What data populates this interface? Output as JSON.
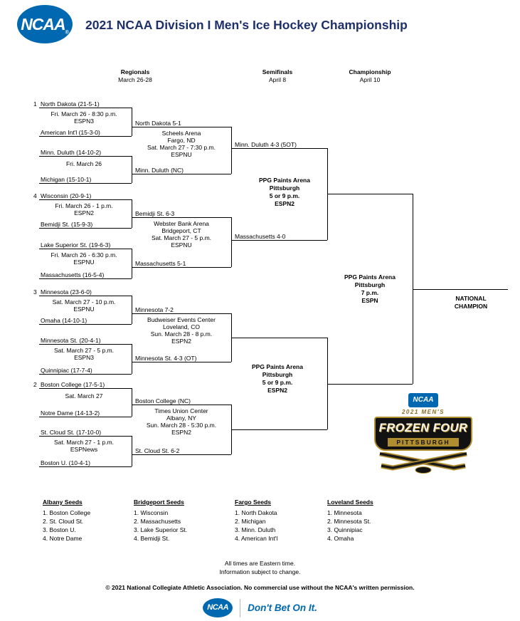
{
  "colors": {
    "ncaa_blue": "#0067b1",
    "title_navy": "#1e2f6d",
    "gold": "#b08d2e"
  },
  "header": {
    "logo": "NCAA",
    "reg": "®",
    "title": "2021 NCAA Division I Men's Ice Hockey Championship"
  },
  "rounds": [
    {
      "label": "Regionals",
      "date": "March 26-28"
    },
    {
      "label": "Semifinals",
      "date": "April 8"
    },
    {
      "label": "Championship",
      "date": "April 10"
    }
  ],
  "regions": {
    "fargo": {
      "seed": "1",
      "game1": {
        "team1": "North Dakota (21-5-1)",
        "info": "Fri. March 26 - 8:30 p.m.\nESPN3",
        "team2": "American Int'l (15-3-0)",
        "winner": "North Dakota 5-1"
      },
      "venue": "Scheels Arena\nFargo, ND\nSat. March 27 - 7:30 p.m.\nESPNU",
      "game2": {
        "team1": "Minn. Duluth (14-10-2)",
        "info": "Fri. March 26",
        "team2": "Michigan (15-10-1)",
        "winner": "Minn. Duluth (NC)"
      },
      "final_winner": "Minn. Duluth 4-3 (5OT)"
    },
    "bridgeport": {
      "seed": "4",
      "game1": {
        "team1": "Wisconsin (20-9-1)",
        "info": "Fri. March 26 - 1 p.m.\nESPN2",
        "team2": "Bemidji St. (15-9-3)",
        "winner": "Bemidji St. 6-3"
      },
      "venue": "Webster Bank Arena\nBridgeport, CT\nSat. March 27 - 5 p.m.\nESPNU",
      "game2": {
        "team1": "Lake Superior St. (19-6-3)",
        "info": "Fri. March 26 - 6:30 p.m.\nESPNU",
        "team2": "Massachusetts (16-5-4)",
        "winner": "Massachusetts 5-1"
      },
      "final_winner": "Massachusetts 4-0"
    },
    "loveland": {
      "seed": "3",
      "game1": {
        "team1": "Minnesota (23-6-0)",
        "info": "Sat. March 27 - 10 p.m.\nESPNU",
        "team2": "Omaha (14-10-1)",
        "winner": "Minnesota 7-2"
      },
      "venue": "Budweiser Events Center\nLoveland, CO\nSun. March 28 - 8 p.m.\nESPN2",
      "game2": {
        "team1": "Minnesota St. (20-4-1)",
        "info": "Sat. March 27 - 5 p.m.\nESPN3",
        "team2": "Quinnipiac (17-7-4)",
        "winner": "Minnesota St. 4-3 (OT)"
      }
    },
    "albany": {
      "seed": "2",
      "game1": {
        "team1": "Boston College (17-5-1)",
        "info": "Sat. March 27",
        "team2": "Notre Dame (14-13-2)",
        "winner": "Boston College (NC)"
      },
      "venue": "Times Union Center\nAlbany, NY\nSun. March 28 - 5:30 p.m.\nESPN2",
      "game2": {
        "team1": "St. Cloud St. (17-10-0)",
        "info": "Sat. March 27 - 1 p.m.\nESPNews",
        "team2": "Boston U. (10-4-1)",
        "winner": "St. Cloud St. 6-2"
      }
    }
  },
  "semifinals": {
    "top_venue": "PPG Paints Arena\nPittsburgh\n5 or 9 p.m.\nESPN2",
    "bottom_venue": "PPG Paints Arena\nPittsburgh\n5 or 9 p.m.\nESPN2"
  },
  "championship": {
    "venue": "PPG Paints Arena\nPittsburgh\n7 p.m.\nESPN",
    "champion_label": "NATIONAL\nCHAMPION"
  },
  "frozen_four": {
    "ncaa": "NCAA",
    "year": "2021 MEN'S",
    "title": "FROZEN FOUR",
    "city": "PITTSBURGH"
  },
  "seeds": [
    {
      "title": "Albany Seeds",
      "items": [
        "1. Boston College",
        "2. St. Cloud St.",
        "3. Boston U.",
        "4. Notre Dame"
      ]
    },
    {
      "title": "Bridgeport Seeds",
      "items": [
        "1. Wisconsin",
        "2. Massachusetts",
        "3. Lake Superior St.",
        "4. Bemidji St."
      ]
    },
    {
      "title": "Fargo Seeds",
      "items": [
        "1. North Dakota",
        "2. Michigan",
        "3. Minn. Duluth",
        "4. American Int'l"
      ]
    },
    {
      "title": "Loveland Seeds",
      "items": [
        "1. Minnesota",
        "2. Minnesota St.",
        "3. Quinnipiac",
        "4. Omaha"
      ]
    }
  ],
  "footer": {
    "note1": "All times are Eastern time.",
    "note2": "Information subject to change.",
    "copyright": "© 2021 National Collegiate Athletic Association.  No commercial use without the NCAA's written permission.",
    "logo": "NCAA",
    "dont_bet": "Don't Bet On It."
  }
}
